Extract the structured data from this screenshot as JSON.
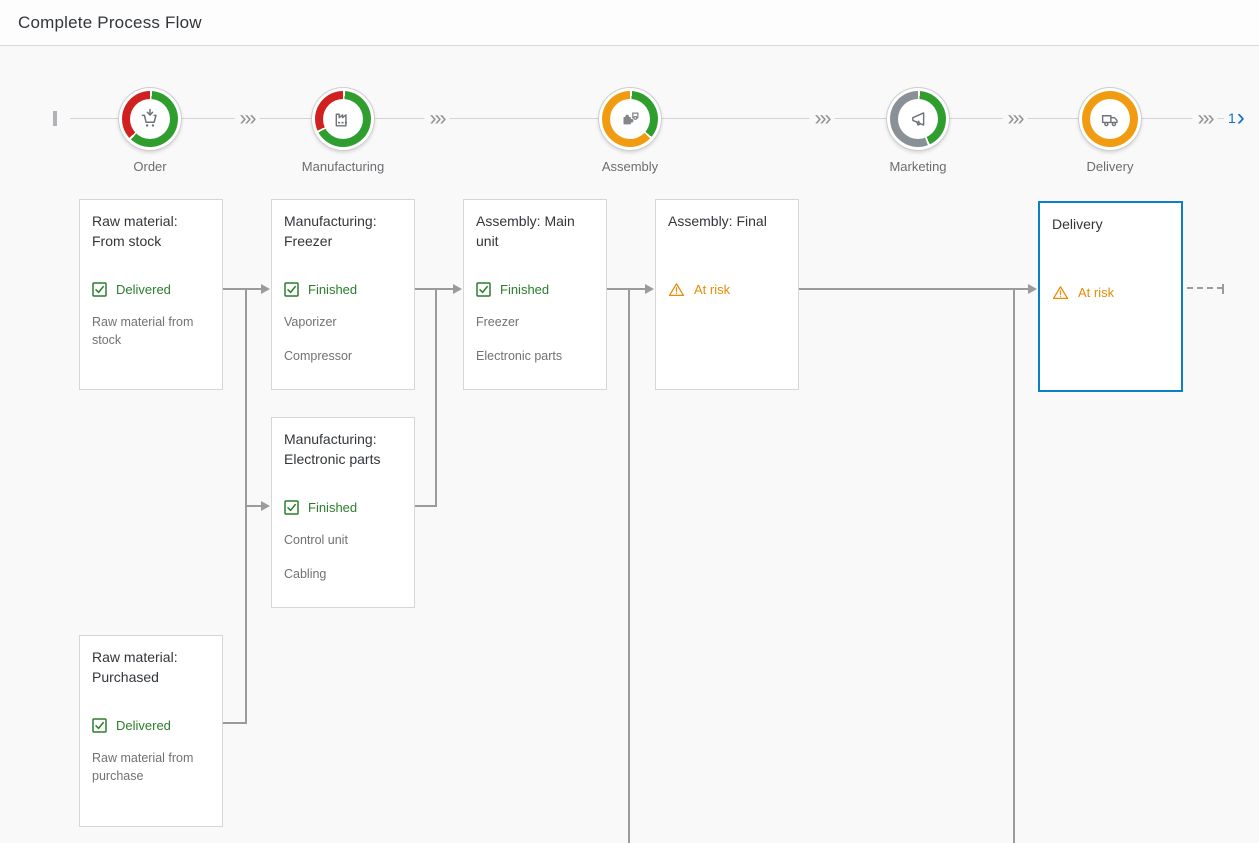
{
  "header": {
    "title": "Complete Process Flow"
  },
  "process": {
    "separator_glyph": "›››",
    "pager": {
      "page": "1",
      "next_glyph": "›"
    },
    "lanes": [
      {
        "label": "Order",
        "icon": "cart-icon",
        "donut": [
          {
            "color": "#2f9e2f",
            "pct": 62
          },
          {
            "color": "#d02020",
            "pct": 38
          }
        ]
      },
      {
        "label": "Manufacturing",
        "icon": "factory-icon",
        "donut": [
          {
            "color": "#2f9e2f",
            "pct": 67
          },
          {
            "color": "#d02020",
            "pct": 33
          }
        ]
      },
      {
        "label": "Assembly",
        "icon": "puzzle-icon",
        "donut": [
          {
            "color": "#2f9e2f",
            "pct": 36
          },
          {
            "color": "#f19c10",
            "pct": 64
          }
        ]
      },
      {
        "label": "Marketing",
        "icon": "megaphone-icon",
        "donut": [
          {
            "color": "#2f9e2f",
            "pct": 43
          },
          {
            "color": "#8a9196",
            "pct": 57
          }
        ]
      },
      {
        "label": "Delivery",
        "icon": "truck-icon",
        "donut": [
          {
            "color": "#f19c10",
            "pct": 100
          }
        ]
      }
    ]
  },
  "nodes": [
    {
      "title": "Raw material: From stock",
      "status": "Delivered",
      "status_kind": "positive",
      "texts": [
        "Raw material from stock"
      ]
    },
    {
      "title": "Manufacturing: Freezer",
      "status": "Finished",
      "status_kind": "positive",
      "texts": [
        "Vaporizer",
        "Compressor"
      ]
    },
    {
      "title": "Assembly: Main unit",
      "status": "Finished",
      "status_kind": "positive",
      "texts": [
        "Freezer",
        "Electronic parts"
      ]
    },
    {
      "title": "Assembly: Final",
      "status": "At risk",
      "status_kind": "critical",
      "texts": []
    },
    {
      "title": "Delivery",
      "status": "At risk",
      "status_kind": "critical",
      "texts": [],
      "selected": true
    },
    {
      "title": "Manufacturing: Electronic parts",
      "status": "Finished",
      "status_kind": "positive",
      "texts": [
        "Control unit",
        "Cabling"
      ]
    },
    {
      "title": "Raw material: Purchased",
      "status": "Delivered",
      "status_kind": "positive",
      "texts": [
        "Raw material from purchase"
      ]
    }
  ],
  "colors": {
    "positive": "#2b7d2b",
    "critical": "#e78c07",
    "negative": "#d02020",
    "neutral": "#8a9196",
    "selection": "#0b80c6",
    "connector": "#9b9b9b"
  }
}
